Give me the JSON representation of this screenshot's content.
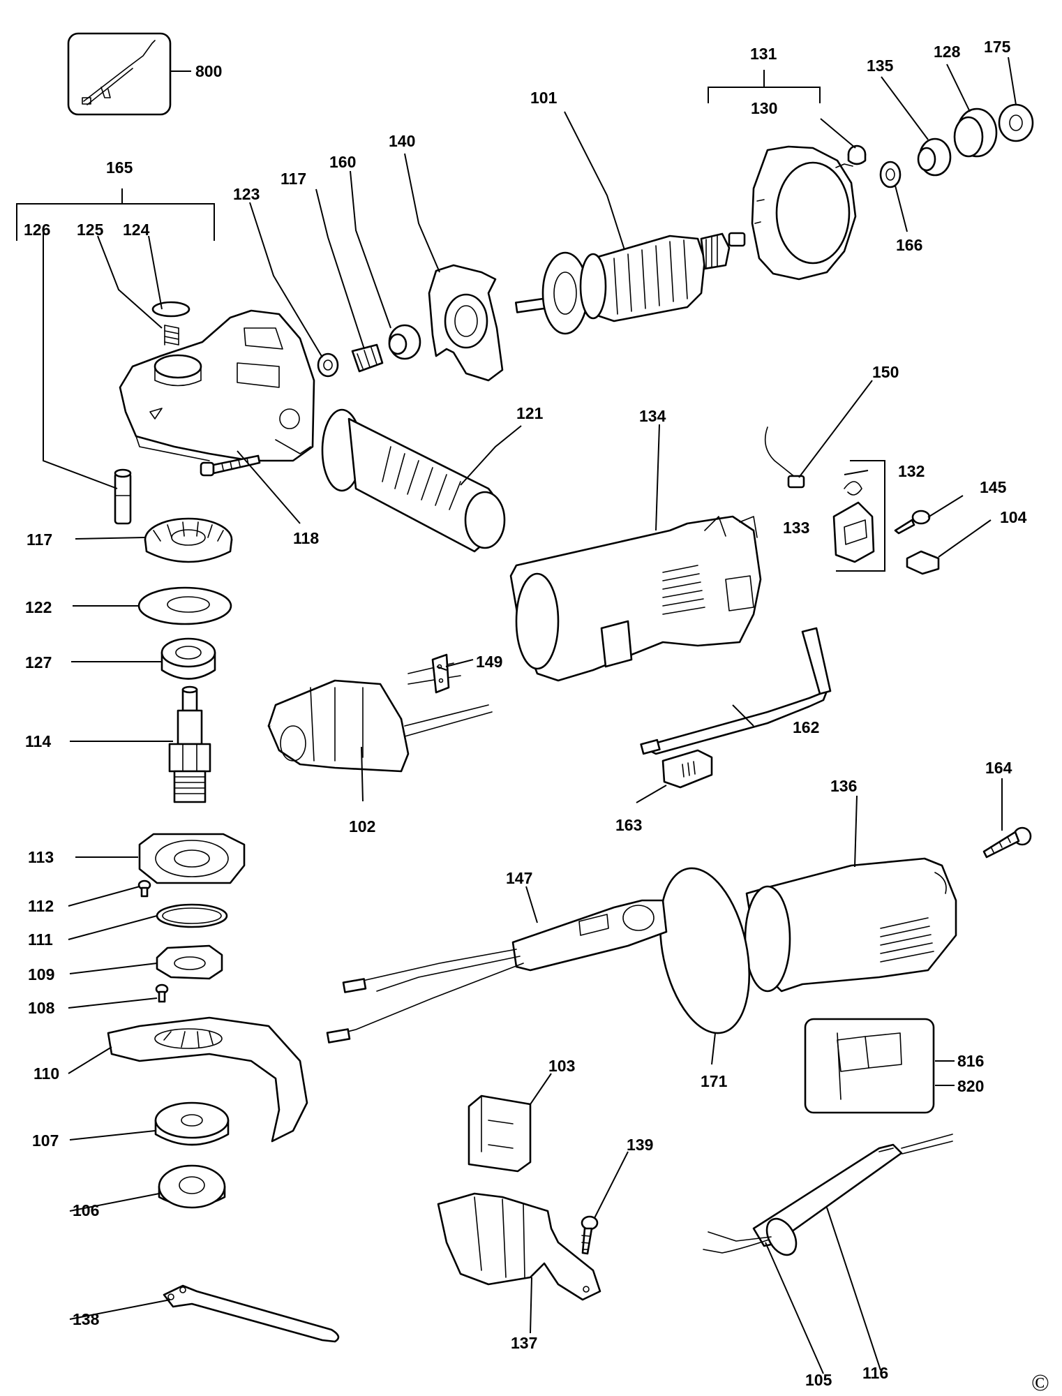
{
  "labels": {
    "p800": "800",
    "p131": "131",
    "p130": "130",
    "p135": "135",
    "p128": "128",
    "p175": "175",
    "p101": "101",
    "p166": "166",
    "p165": "165",
    "p126": "126",
    "p125": "125",
    "p124": "124",
    "p123": "123",
    "p117a": "117",
    "p160": "160",
    "p140": "140",
    "p121": "121",
    "p134": "134",
    "p150": "150",
    "p132": "132",
    "p145": "145",
    "p133": "133",
    "p104": "104",
    "p118": "118",
    "p117b": "117",
    "p122": "122",
    "p127": "127",
    "p149": "149",
    "p114": "114",
    "p162": "162",
    "p102": "102",
    "p163": "163",
    "p164": "164",
    "p136": "136",
    "p113": "113",
    "p112": "112",
    "p147": "147",
    "p111": "111",
    "p109": "109",
    "p108": "108",
    "p171": "171",
    "p110": "110",
    "p816": "816",
    "p820": "820",
    "p103": "103",
    "p107": "107",
    "p139": "139",
    "p106": "106",
    "p138": "138",
    "p137": "137",
    "p105": "105",
    "p116": "116"
  },
  "copyright": "©"
}
